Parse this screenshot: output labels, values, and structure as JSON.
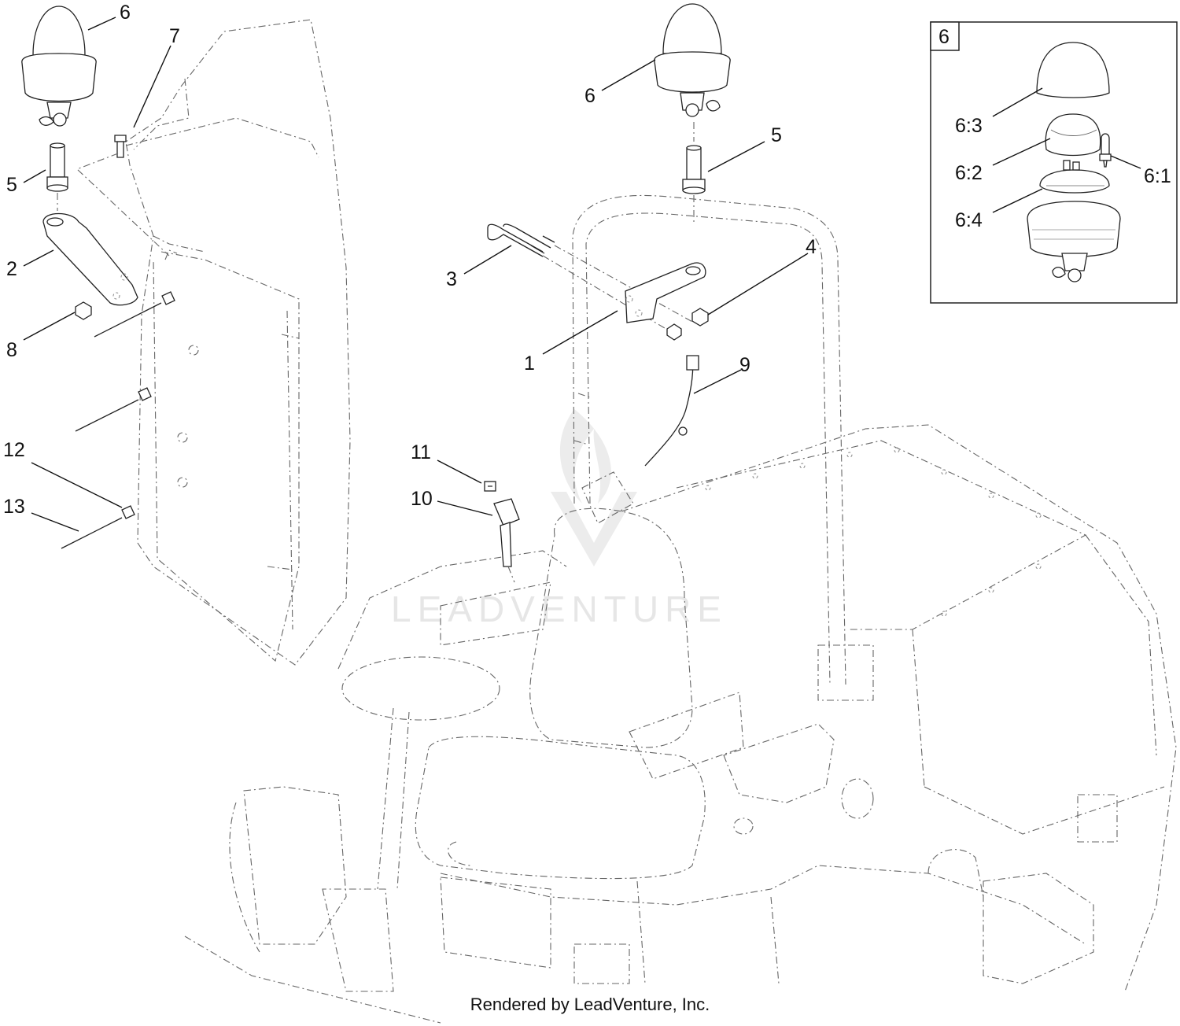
{
  "callouts": {
    "c6_left": "6",
    "c7": "7",
    "c5_left": "5",
    "c2": "2",
    "c8": "8",
    "c12": "12",
    "c13": "13",
    "c6_center": "6",
    "c5_center": "5",
    "c4": "4",
    "c3": "3",
    "c1": "1",
    "c9": "9",
    "c11": "11",
    "c10": "10"
  },
  "inset": {
    "label": "6",
    "c6_3": "6:3",
    "c6_2": "6:2",
    "c6_1": "6:1",
    "c6_4": "6:4"
  },
  "watermark": "LEADVENTURE",
  "footer": "Rendered by LeadVenture, Inc."
}
